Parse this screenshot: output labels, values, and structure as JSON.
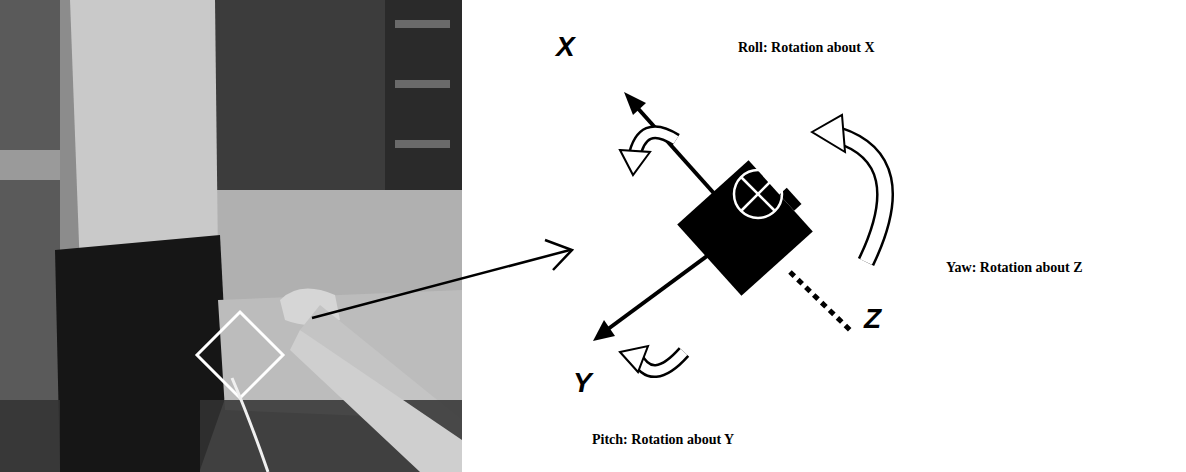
{
  "diagram": {
    "labels": [
      "X",
      "Y",
      "Z",
      "Roll: Rotation about X",
      "Yaw: Rotation about Z",
      "Pitch: Rotation about Y"
    ]
  }
}
